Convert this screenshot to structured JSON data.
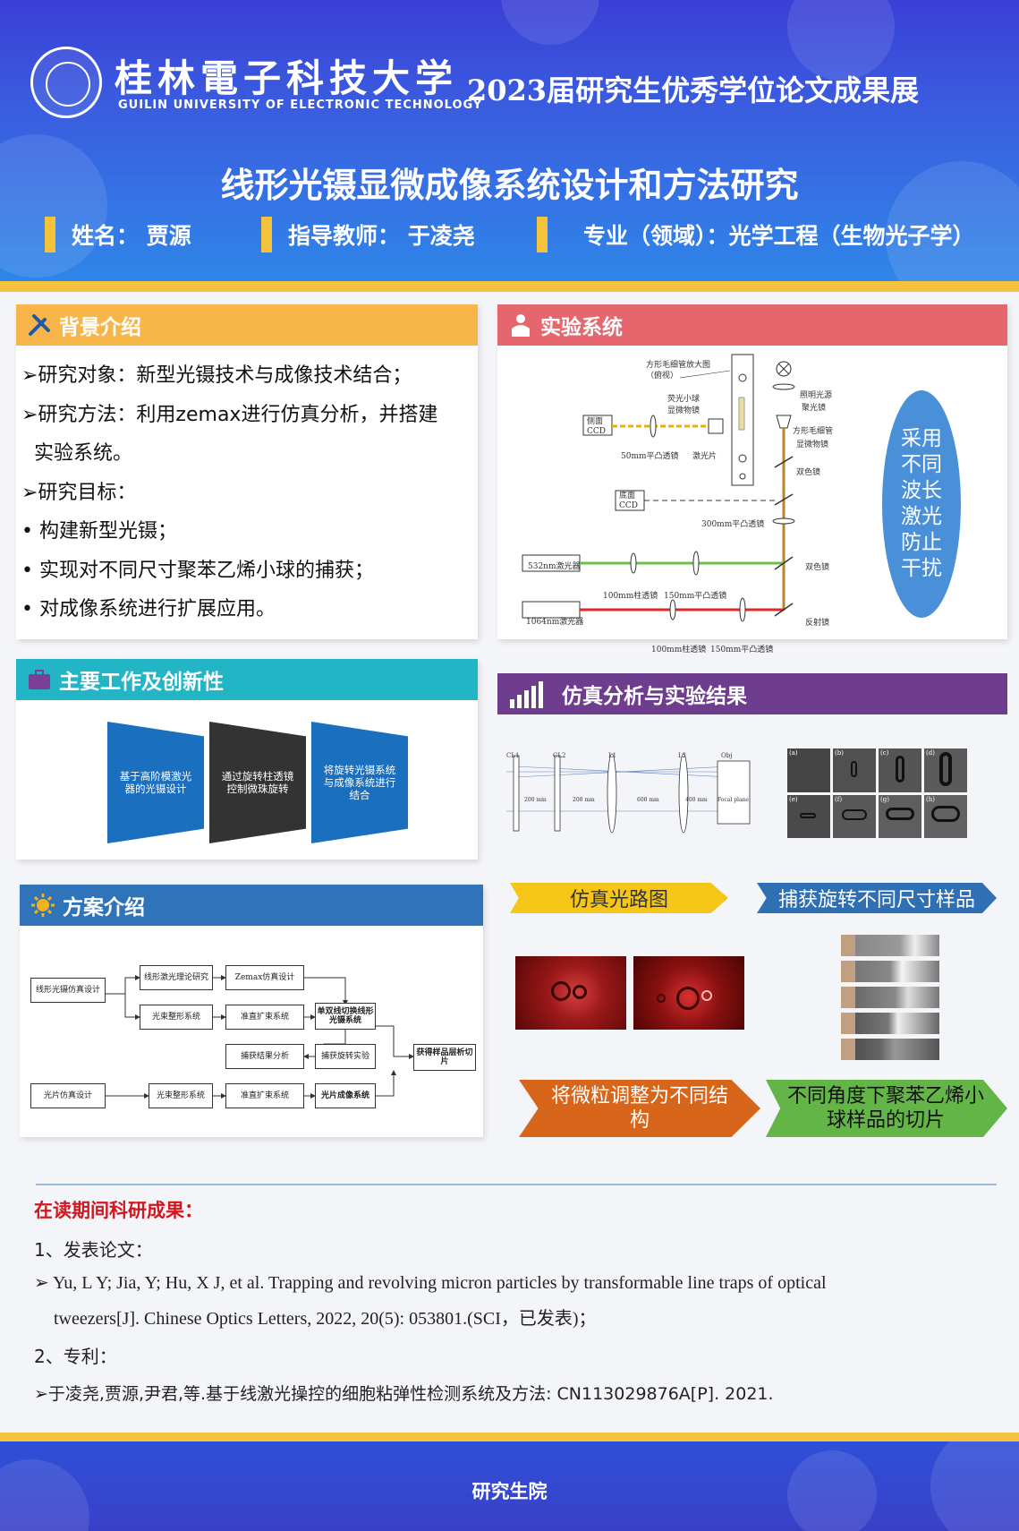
{
  "header": {
    "university_cn": "桂林電子科技大学",
    "university_en": "GUILIN UNIVERSITY OF ELECTRONIC TECHNOLOGY",
    "expo_title": "2023届研究生优秀学位论文成果展",
    "thesis_title": "线形光镊显微成像系统设计和方法研究",
    "name": "姓名： 贾源",
    "advisor": "指导教师： 于凌尧",
    "major": "专业（领域）：光学工程（生物光子学）"
  },
  "background": {
    "title": "背景介绍",
    "lines": [
      "➢研究对象：新型光镊技术与成像技术结合；",
      "➢研究方法：利用zemax进行仿真分析，并搭建",
      "实验系统。",
      "➢研究目标：",
      "• 构建新型光镊；",
      "• 实现对不同尺寸聚苯乙烯小球的捕获；",
      "• 对成像系统进行扩展应用。"
    ]
  },
  "main_work": {
    "title": "主要工作及创新性",
    "items": [
      "基于高阶模激光器的光镊设计",
      "通过旋转柱透镜控制微珠旋转",
      "将旋转光镊系统与成像系统进行结合"
    ]
  },
  "scheme": {
    "title": "方案介绍",
    "boxes": {
      "sim": "线形光镊仿真设计",
      "laser_theory": "线形激光理论研究",
      "zemax": "Zemax仿真设计",
      "beam_shape1": "光束整形系统",
      "collimate1": "准直扩束系统",
      "dual_switch": "单双线切换线形光镊系统",
      "capture_analysis": "捕获结果分析",
      "capture_exp": "捕获旋转实验",
      "slice": "获得样品层析切片",
      "sheet_sim": "光片仿真设计",
      "beam_shape2": "光束整形系统",
      "collimate2": "准直扩束系统",
      "sheet_imaging": "光片成像系统"
    }
  },
  "experiment": {
    "title": "实验系统",
    "labels": {
      "capillary_top": "方形毛细管放大图（俯视）",
      "fluor_ball": "荧光小球",
      "objective1": "显微物镜",
      "side_ccd": "侧面CCD",
      "lens50": "50mm平凸透镜",
      "laser_sheet": "激光片",
      "illum": "照明光源",
      "condenser": "聚光镜",
      "capillary": "方形毛细管",
      "objective2": "显微物镜",
      "dichroic1": "双色镜",
      "bottom_ccd": "底面CCD",
      "lens300": "300mm平凸透镜",
      "laser532": "532nm激光器",
      "dichroic2": "双色镜",
      "lens100a": "100mm柱透镜",
      "lens150a": "150mm平凸透镜",
      "laser1064": "1064nm激光器",
      "mirror": "反射镜",
      "lens100b": "100mm柱透镜",
      "lens150b": "150mm平凸透镜"
    },
    "note": "采用不同波长激光防止干扰"
  },
  "results": {
    "title": "仿真分析与实验结果",
    "optics_labels": [
      "CL1",
      "CL2",
      "L1",
      "L2",
      "Obj"
    ],
    "dist_labels": [
      "200 mm",
      "200 mm",
      "600 mm",
      "400 mm",
      "Focal plane"
    ],
    "panel_labels": [
      "(a)",
      "(b)",
      "(c)",
      "(d)",
      "(e)",
      "(f)",
      "(g)",
      "(h)"
    ],
    "banner1": "仿真光路图",
    "banner2": "捕获旋转不同尺寸样品",
    "banner3": "将微粒调整为不同结构",
    "banner4": "不同角度下聚苯乙烯小球样品的切片"
  },
  "achievements": {
    "title": "在读期间科研成果：",
    "paper_heading": "1、发表论文：",
    "paper_line1": "➢ Yu, L Y; Jia, Y; Hu, X J, et al. Trapping and revolving micron particles by transformable line traps of optical",
    "paper_line2": "tweezers[J]. Chinese Optics Letters, 2022, 20(5): 053801.(SCI，已发表)；",
    "patent_heading": "2、专利：",
    "patent_line": "➢于凌尧,贾源,尹君,等.基于线激光操控的细胞粘弹性检测系统及方法: CN113029876A[P]. 2021."
  },
  "footer": {
    "text": "研究生院"
  },
  "colors": {
    "header_blue": "#3a5ee0",
    "gold": "#f4c33f",
    "orange": "#f8b54a",
    "red": "#e6666e",
    "teal": "#21b5c5",
    "blue": "#2f73b9",
    "purple": "#6e3d8e"
  }
}
